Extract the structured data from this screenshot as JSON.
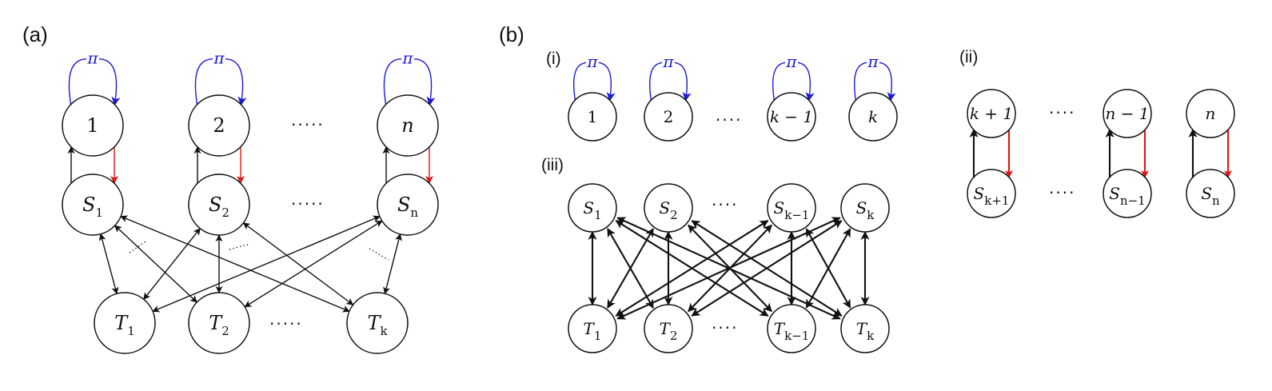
{
  "colors": {
    "edge": "#111111",
    "loop": "#1a1ad6",
    "red": "#e01515"
  },
  "panels": {
    "a": "(a)",
    "b": "(b)",
    "b_i": "(i)",
    "b_ii": "(ii)",
    "b_iii": "(iii)"
  },
  "ellipsis": "·····",
  "ellipsis_short": "····",
  "pi": "π",
  "a": {
    "top": [
      {
        "main": "1",
        "sub": "",
        "upright": true
      },
      {
        "main": "2",
        "sub": "",
        "upright": true
      },
      {
        "main": "n",
        "sub": "",
        "upright": false
      }
    ],
    "mid": [
      {
        "main": "S",
        "sub": "1"
      },
      {
        "main": "S",
        "sub": "2"
      },
      {
        "main": "S",
        "sub": "n"
      }
    ],
    "bot": [
      {
        "main": "T",
        "sub": "1"
      },
      {
        "main": "T",
        "sub": "2"
      },
      {
        "main": "T",
        "sub": "k"
      }
    ]
  },
  "b": {
    "i": [
      {
        "main": "1",
        "sub": "",
        "upright": true
      },
      {
        "main": "2",
        "sub": "",
        "upright": true
      },
      {
        "main": "k − 1",
        "sub": "",
        "upright": false
      },
      {
        "main": "k",
        "sub": "",
        "upright": false
      }
    ],
    "ii_top": [
      {
        "main": "k + 1",
        "sub": "",
        "upright": false
      },
      {
        "main": "n − 1",
        "sub": "",
        "upright": false
      },
      {
        "main": "n",
        "sub": "",
        "upright": false
      }
    ],
    "ii_bot": [
      {
        "main": "S",
        "sub": "k+1"
      },
      {
        "main": "S",
        "sub": "n−1"
      },
      {
        "main": "S",
        "sub": "n"
      }
    ],
    "iii_top": [
      {
        "main": "S",
        "sub": "1"
      },
      {
        "main": "S",
        "sub": "2"
      },
      {
        "main": "S",
        "sub": "k−1"
      },
      {
        "main": "S",
        "sub": "k"
      }
    ],
    "iii_bot": [
      {
        "main": "T",
        "sub": "1"
      },
      {
        "main": "T",
        "sub": "2"
      },
      {
        "main": "T",
        "sub": "k−1"
      },
      {
        "main": "T",
        "sub": "k"
      }
    ]
  }
}
